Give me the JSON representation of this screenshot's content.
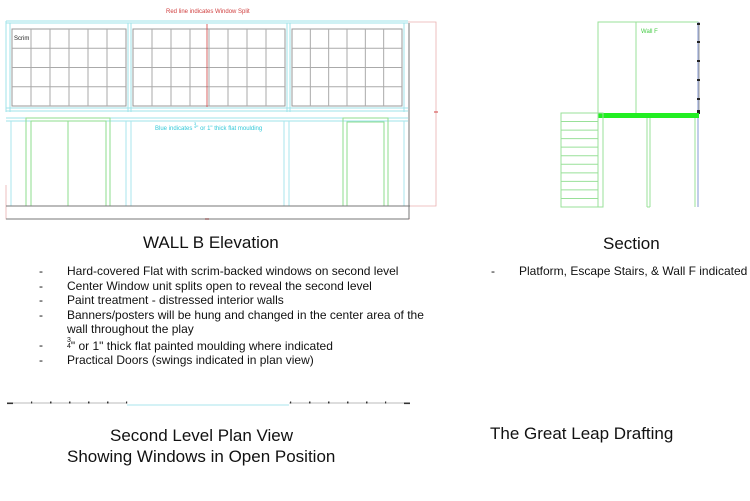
{
  "wall_b": {
    "annotation_red": "Red line indicates Window Split",
    "annotation_blue_prefix": "Blue indicates ",
    "annotation_blue_frac_num": "3",
    "annotation_blue_frac_den": "4",
    "annotation_blue_suffix": "\" or 1\" thick flat moulding",
    "scrim_label": "Scrim",
    "title": "WALL B Elevation",
    "notes": [
      "Hard-covered Flat with scrim-backed windows on second level",
      "Center Window unit splits open to reveal the second level",
      "Paint treatment - distressed interior walls",
      "Banners/posters will be hung and changed in the center area of the wall throughout the play",
      "\" or 1\" thick flat painted moulding where indicated",
      "Practical Doors (swings indicated in plan view)"
    ],
    "moulding_frac_num": "3",
    "moulding_frac_den": "4",
    "bullet_dash": "-",
    "window_grid": {
      "rows": 4,
      "cols_per_unit": 6,
      "units": 3
    }
  },
  "section": {
    "wall_label": "Wall F",
    "title": "Section",
    "notes": [
      "Platform, Escape Stairs, & Wall F indicated"
    ],
    "stair_treads": 11
  },
  "plan_view": {
    "title_line1": "Second Level Plan View",
    "title_line2": "Showing Windows in Open Position"
  },
  "credit": "The Great Leap Drafting",
  "colors": {
    "window_split": "#d04040",
    "moulding": "#33c8d8",
    "door": "#88dd88",
    "platform": "#22ee22",
    "grid": "#aaaaaa",
    "outline": "#666666",
    "dimension": "#e8a0a0"
  }
}
